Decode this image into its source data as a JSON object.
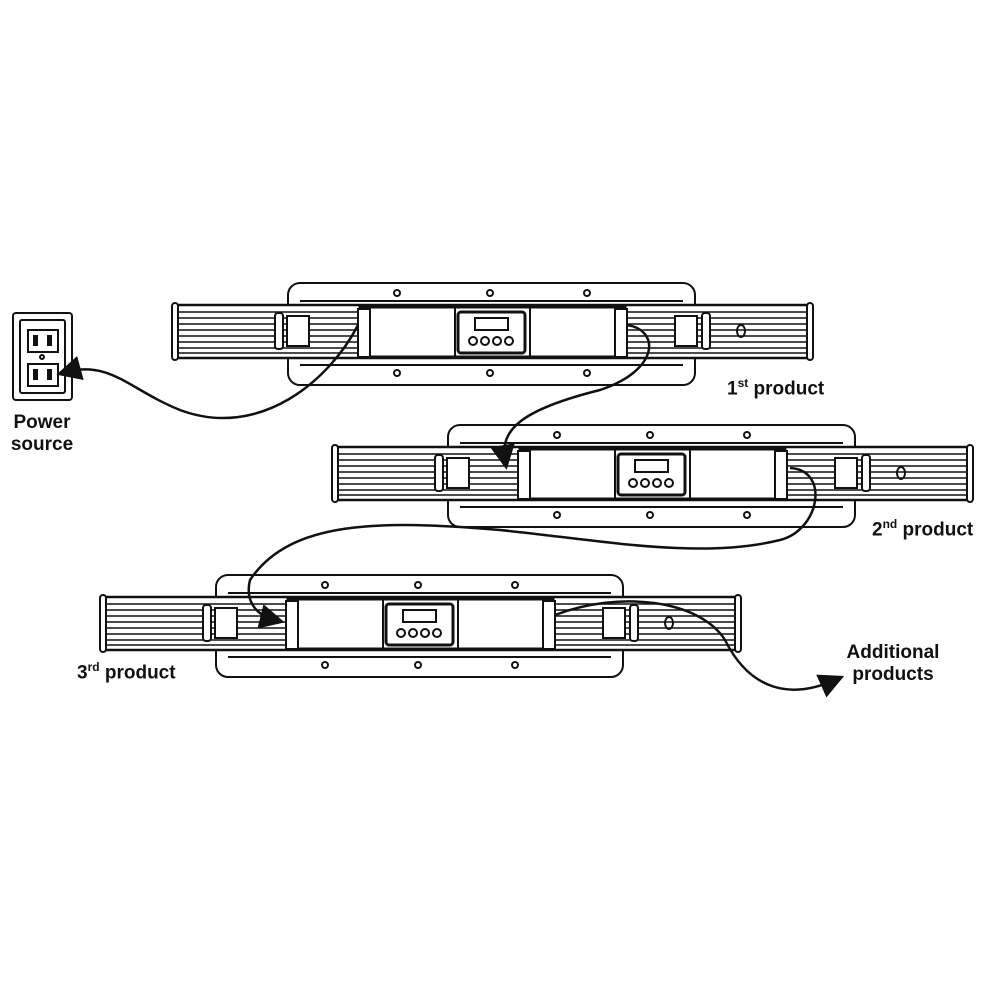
{
  "labels": {
    "power_source_line1": "Power",
    "power_source_line2": "source",
    "first_num": "1",
    "first_sup": "st",
    "first_word": " product",
    "second_num": "2",
    "second_sup": "nd",
    "second_word": " product",
    "third_num": "3",
    "third_sup": "rd",
    "third_word": " product",
    "additional_line1": "Additional",
    "additional_line2": "products"
  },
  "colors": {
    "line": "#111111",
    "background": "#ffffff"
  }
}
